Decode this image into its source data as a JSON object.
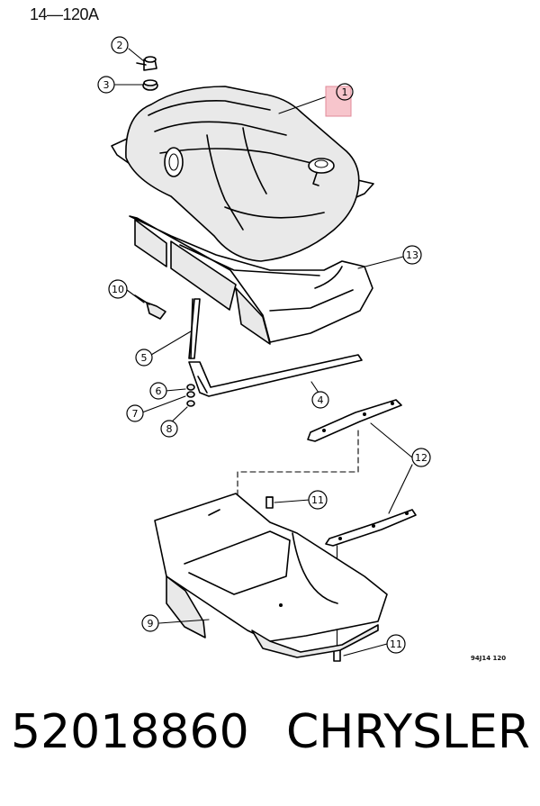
{
  "reference": "14—120A",
  "drawing_code": "94J14  120",
  "part_number": "52018860",
  "brand": "CHRYSLER",
  "highlight_color": "#f7c5cc",
  "callouts": {
    "c1": "1",
    "c2": "2",
    "c3": "3",
    "c4": "4",
    "c5": "5",
    "c6": "6",
    "c7": "7",
    "c8": "8",
    "c9": "9",
    "c10": "10",
    "c11a": "11",
    "c11b": "11",
    "c12": "12",
    "c13": "13"
  }
}
